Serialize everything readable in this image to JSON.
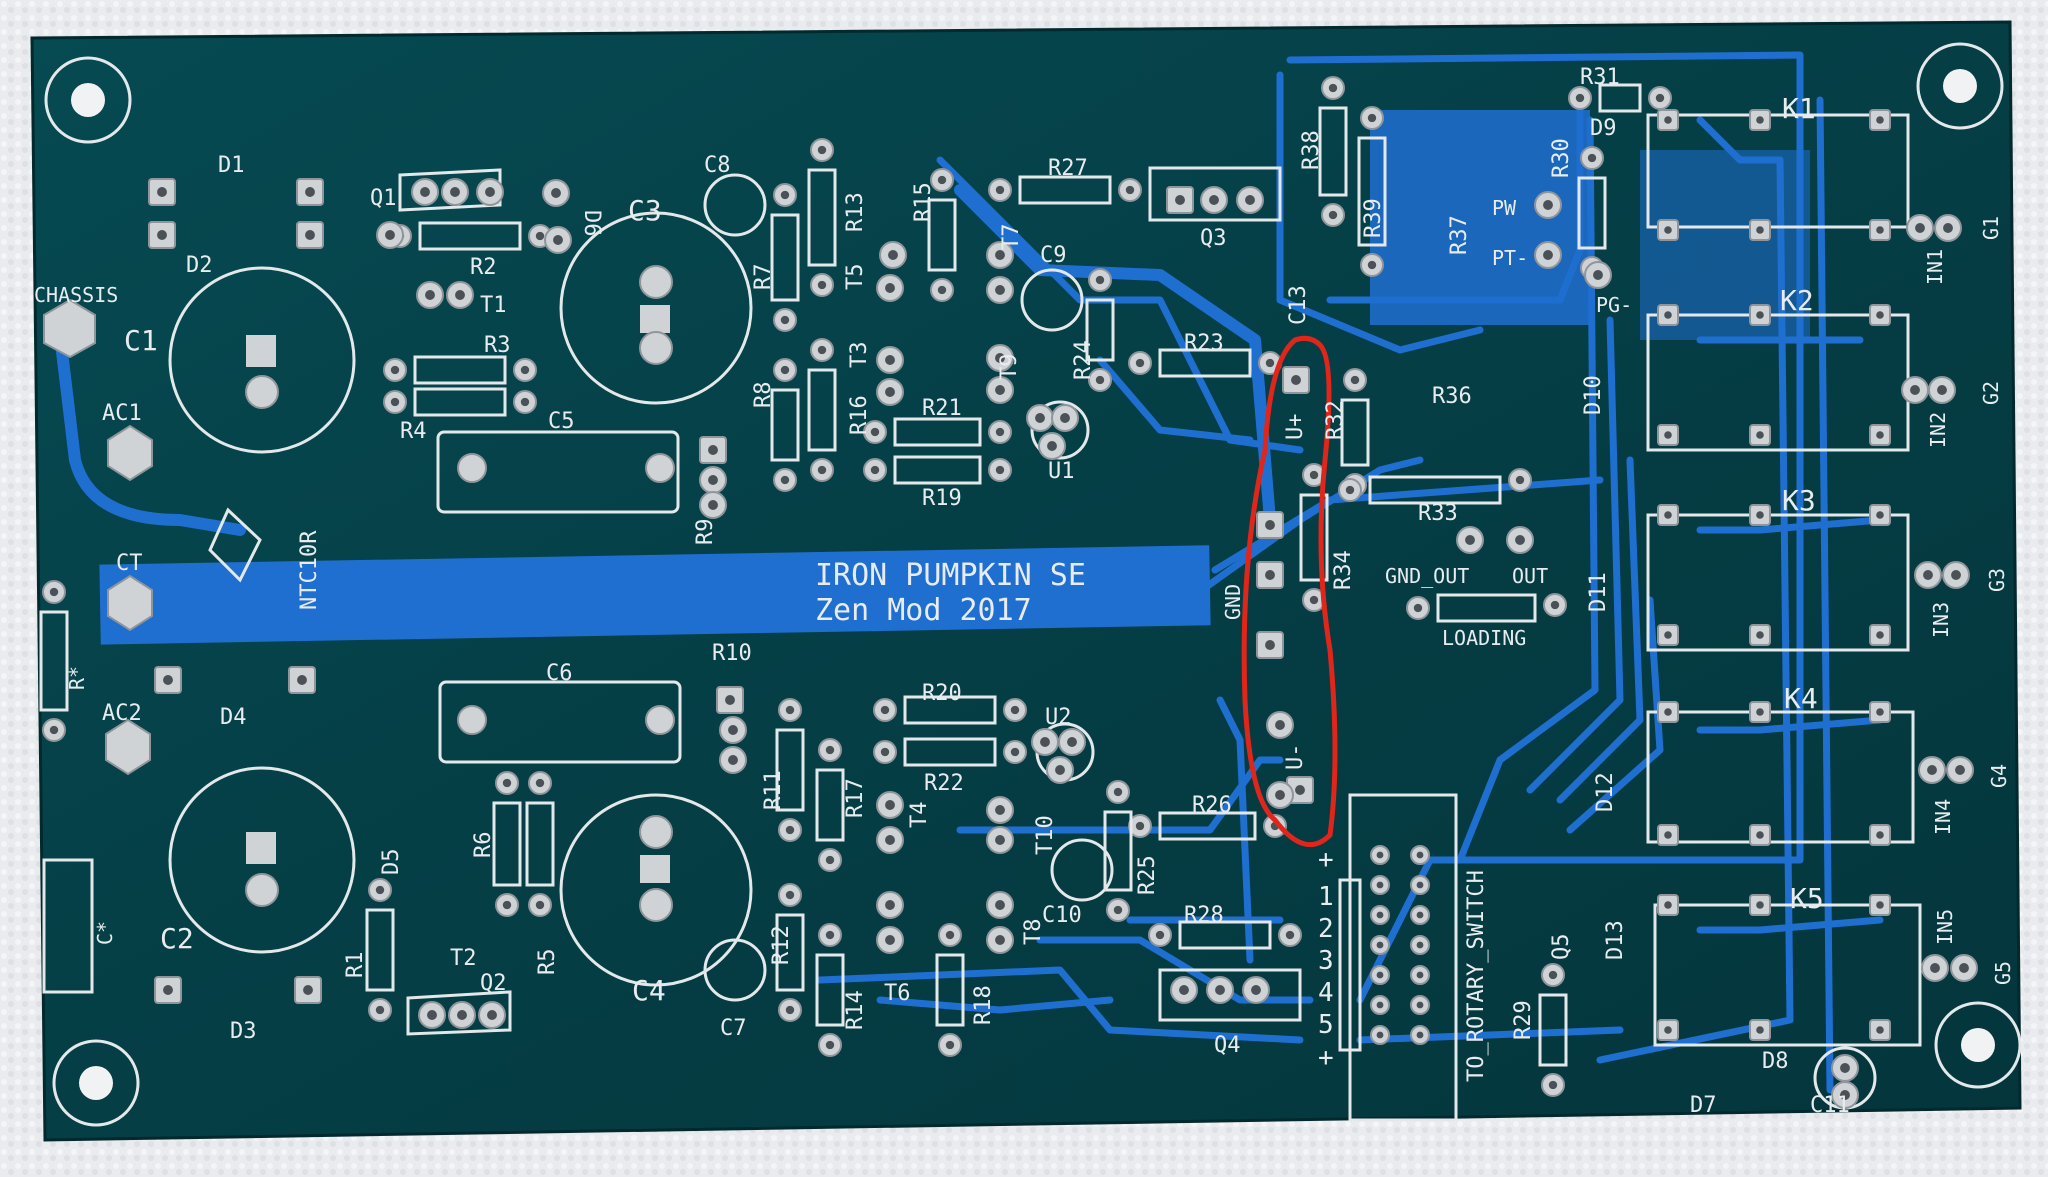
{
  "board": {
    "title": "IRON PUMPKIN SE",
    "subtitle": "Zen Mod 2017",
    "colors": {
      "solder_mask": "#053e45",
      "copper": "#1f6fd0",
      "silkscreen": "#e8ecef",
      "annotation": "#e0261b",
      "background": "#e9ebee"
    }
  },
  "labels": {
    "chassis": "CHASSIS",
    "ac1": "AC1",
    "ac2": "AC2",
    "ct": "CT",
    "ntc": "NTC10R",
    "rstar": "R*",
    "cstar": "C*",
    "c1": "C1",
    "c2": "C2",
    "c3": "C3",
    "c4": "C4",
    "c5": "C5",
    "c6": "C6",
    "c7": "C7",
    "c8": "C8",
    "c9": "C9",
    "c10": "C10",
    "c11": "C11",
    "c13": "C13",
    "d1": "D1",
    "d2": "D2",
    "d3": "D3",
    "d4": "D4",
    "d5": "D5",
    "d6": "D6",
    "d7": "D7",
    "d8": "D8",
    "d9": "D9",
    "d10": "D10",
    "d11": "D11",
    "d12": "D12",
    "d13": "D13",
    "q1": "Q1",
    "q2": "Q2",
    "q3": "Q3",
    "q4": "Q4",
    "q5": "Q5",
    "t1": "T1",
    "t2": "T2",
    "t3": "T3",
    "t4": "T4",
    "t5": "T5",
    "t6": "T6",
    "t7": "T7",
    "t8": "T8",
    "t9": "T9",
    "t10": "T10",
    "u1": "U1",
    "u2": "U2",
    "r1": "R1",
    "r2": "R2",
    "r3": "R3",
    "r4": "R4",
    "r5": "R5",
    "r6": "R6",
    "r7": "R7",
    "r8": "R8",
    "r9": "R9",
    "r10": "R10",
    "r11": "R11",
    "r12": "R12",
    "r13": "R13",
    "r14": "R14",
    "r15": "R15",
    "r16": "R16",
    "r17": "R17",
    "r18": "R18",
    "r19": "R19",
    "r20": "R20",
    "r21": "R21",
    "r22": "R22",
    "r23": "R23",
    "r24": "R24",
    "r25": "R25",
    "r26": "R26",
    "r27": "R27",
    "r28": "R28",
    "r29": "R29",
    "r30": "R30",
    "r31": "R31",
    "r32": "R32",
    "r33": "R33",
    "r34": "R34",
    "r36": "R36",
    "r37": "R37",
    "r38": "R38",
    "r39": "R39",
    "u_plus": "U+",
    "u_minus": "U-",
    "gnd": "GND",
    "gnd_out": "GND_OUT",
    "out": "OUT",
    "loading": "LOADING",
    "pw": "PW",
    "pt": "PT-",
    "pg": "PG-",
    "rotary": "TO_ROTARY_SWITCH",
    "k1": "K1",
    "k2": "K2",
    "k3": "K3",
    "k4": "K4",
    "k5": "K5",
    "in1": "IN1",
    "in2": "IN2",
    "in3": "IN3",
    "in4": "IN4",
    "in5": "IN5",
    "g1": "G1",
    "g2": "G2",
    "g3": "G3",
    "g4": "G4",
    "g5": "G5",
    "n1": "1",
    "n2": "2",
    "n3": "3",
    "n4": "4",
    "n5": "5",
    "plus": "+"
  }
}
